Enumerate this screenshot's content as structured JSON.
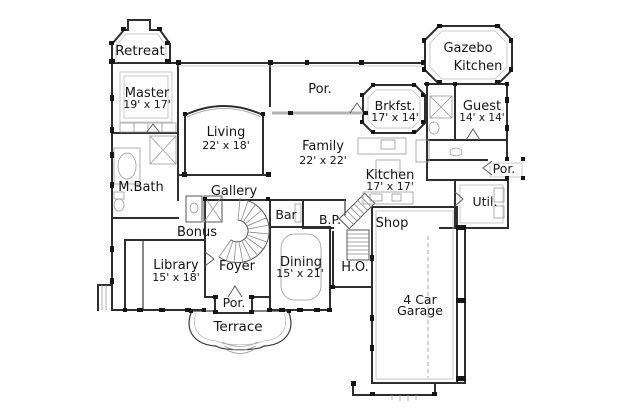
{
  "plan": {
    "type": "floor-plan",
    "colors": {
      "wall": "#2e2e2e",
      "detail": "#9a9a9a",
      "text": "#141414",
      "background": "#ffffff"
    }
  },
  "rooms": {
    "retreat": {
      "name": "Retreat"
    },
    "master": {
      "name": "Master",
      "dims": "19' x 17'"
    },
    "living": {
      "name": "Living",
      "dims": "22' x 18'"
    },
    "por_top": {
      "name": "Por."
    },
    "family": {
      "name": "Family",
      "dims": "22' x 22'"
    },
    "gazebo": {
      "line1": "Gazebo",
      "line2": "Kitchen"
    },
    "brkfst": {
      "name": "Brkfst.",
      "dims": "17' x 14'"
    },
    "guest": {
      "name": "Guest",
      "dims": "14' x 14'"
    },
    "mbath": {
      "name": "M.Bath"
    },
    "gallery": {
      "name": "Gallery"
    },
    "kitchen": {
      "name": "Kitchen",
      "dims": "17' x 17'"
    },
    "por_right": {
      "name": "Por."
    },
    "util": {
      "name": "Util."
    },
    "bar": {
      "name": "Bar"
    },
    "bp": {
      "name": "B.P."
    },
    "shop": {
      "name": "Shop"
    },
    "bonus": {
      "name": "Bonus"
    },
    "library": {
      "name": "Library",
      "dims": "15' x 18'"
    },
    "foyer": {
      "name": "Foyer"
    },
    "dining": {
      "name": "Dining",
      "dims": "15' x 21'"
    },
    "ho": {
      "name": "H.O."
    },
    "garage": {
      "line1": "4 Car",
      "line2": "Garage"
    },
    "por_bottom": {
      "name": "Por."
    },
    "terrace": {
      "name": "Terrace"
    }
  }
}
